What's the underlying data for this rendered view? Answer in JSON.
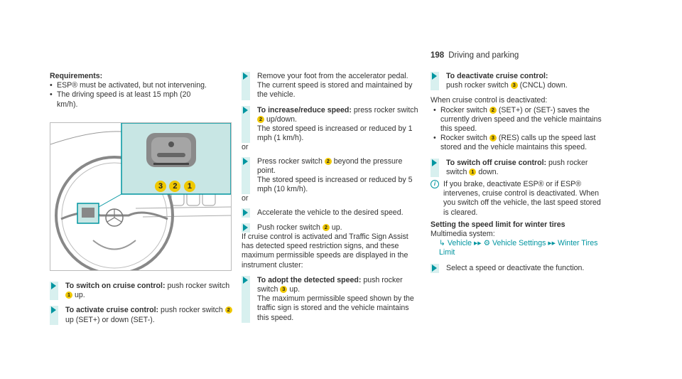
{
  "header": {
    "page_number": "198",
    "section": "Driving and parking"
  },
  "col1": {
    "requirements_title": "Requirements:",
    "requirements": [
      "ESP® must be activated, but not intervening.",
      "The driving speed is at least 15 mph (20 km/h)."
    ],
    "step_on_title": "To switch on cruise control:",
    "step_on_text_a": "push rocker switch",
    "step_on_num": "1",
    "step_on_text_b": "up.",
    "step_activate_title": "To activate cruise control:",
    "step_activate_text_a": "push rocker switch",
    "step_activate_num": "2",
    "step_activate_text_b": "up (SET+) or down (SET-)."
  },
  "figure": {
    "callouts": [
      "3",
      "2",
      "1"
    ]
  },
  "col2": {
    "step1": "Remove your foot from the accelerator pedal. The current speed is stored and maintained by the vehicle.",
    "step2_title": "To increase/reduce speed:",
    "step2_a": "press rocker switch",
    "step2_num": "2",
    "step2_b": "up/down.",
    "step2_c": "The stored speed is increased or reduced by 1 mph (1 km/h).",
    "or1": "or",
    "step3_a": "Press rocker switch",
    "step3_num": "2",
    "step3_b": "beyond the pressure point.",
    "step3_c": "The stored speed is increased or reduced by 5 mph (10 km/h).",
    "or2": "or",
    "step4": "Accelerate the vehicle to the desired speed.",
    "step5_a": "Push rocker switch",
    "step5_num": "2",
    "step5_b": "up.",
    "para": "If cruise control is activated and Traffic Sign Assist has detected speed restriction signs, and these maximum permissible speeds are displayed in the instrument cluster:",
    "step6_title": "To adopt the detected speed:",
    "step6_a": "push rocker switch",
    "step6_num": "3",
    "step6_b": "up.",
    "step6_c": "The maximum permissible speed shown by the traffic sign is stored and the vehicle maintains this speed."
  },
  "col3": {
    "step1_title": "To deactivate cruise control:",
    "step1_a": "push rocker switch",
    "step1_num": "3",
    "step1_b": "(CNCL) down.",
    "when": "When cruise control is deactivated:",
    "b1_a": "Rocker switch",
    "b1_num": "2",
    "b1_b": "(SET+) or (SET-) saves the currently driven speed and the vehicle maintains this speed.",
    "b2_a": "Rocker switch",
    "b2_num": "3",
    "b2_b": "(RES) calls up the speed last stored and the vehicle maintains this speed.",
    "step2_title": "To switch off cruise control:",
    "step2_a": "push rocker switch",
    "step2_num": "1",
    "step2_b": "down.",
    "info": "If you brake, deactivate ESP® or if ESP® intervenes, cruise control is deactivated. When you switch off the vehicle, the last speed stored is cleared.",
    "setting_title": "Setting the speed limit for winter tires",
    "multimedia": "Multimedia system:",
    "path_1": "Vehicle",
    "path_2": "Vehicle Settings",
    "path_3": "Winter Tires Limit",
    "step3": "Select a speed or deactivate the function."
  }
}
